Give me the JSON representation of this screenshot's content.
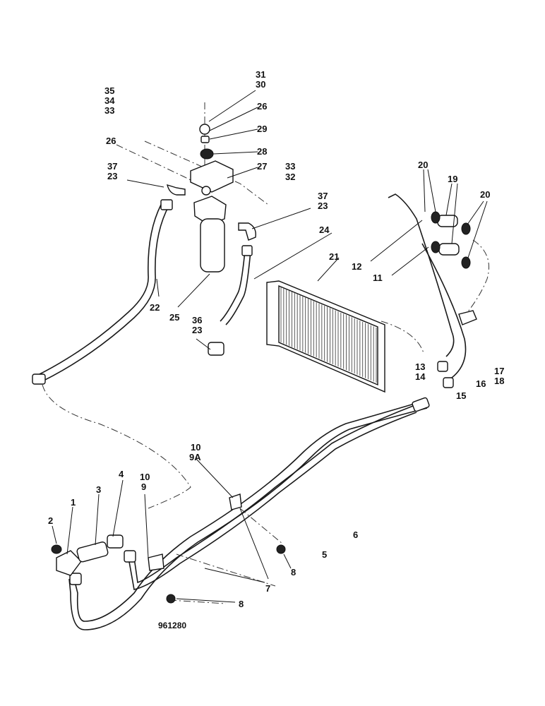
{
  "diagram": {
    "figure_number": "961280",
    "callouts": [
      {
        "id": "c31",
        "text": "31"
      },
      {
        "id": "c30",
        "text": "30"
      },
      {
        "id": "c35",
        "text": "35"
      },
      {
        "id": "c34",
        "text": "34"
      },
      {
        "id": "c33a",
        "text": "33"
      },
      {
        "id": "c26a",
        "text": "26"
      },
      {
        "id": "c29",
        "text": "29"
      },
      {
        "id": "c26b",
        "text": "26"
      },
      {
        "id": "c28",
        "text": "28"
      },
      {
        "id": "c37a",
        "text": "37"
      },
      {
        "id": "c23a",
        "text": "23"
      },
      {
        "id": "c27",
        "text": "27"
      },
      {
        "id": "c33b",
        "text": "33"
      },
      {
        "id": "c32",
        "text": "32"
      },
      {
        "id": "c20a",
        "text": "20"
      },
      {
        "id": "c19",
        "text": "19"
      },
      {
        "id": "c20b",
        "text": "20"
      },
      {
        "id": "c37b",
        "text": "37"
      },
      {
        "id": "c23b",
        "text": "23"
      },
      {
        "id": "c24",
        "text": "24"
      },
      {
        "id": "c21",
        "text": "21"
      },
      {
        "id": "c12",
        "text": "12"
      },
      {
        "id": "c11",
        "text": "11"
      },
      {
        "id": "c22",
        "text": "22"
      },
      {
        "id": "c25",
        "text": "25"
      },
      {
        "id": "c36",
        "text": "36"
      },
      {
        "id": "c23c",
        "text": "23"
      },
      {
        "id": "c13",
        "text": "13"
      },
      {
        "id": "c14",
        "text": "14"
      },
      {
        "id": "c17",
        "text": "17"
      },
      {
        "id": "c18",
        "text": "18"
      },
      {
        "id": "c16",
        "text": "16"
      },
      {
        "id": "c15",
        "text": "15"
      },
      {
        "id": "c10a",
        "text": "10"
      },
      {
        "id": "c9a",
        "text": "9A"
      },
      {
        "id": "c10b",
        "text": "10"
      },
      {
        "id": "c9",
        "text": "9"
      },
      {
        "id": "c4",
        "text": "4"
      },
      {
        "id": "c3",
        "text": "3"
      },
      {
        "id": "c1",
        "text": "1"
      },
      {
        "id": "c2",
        "text": "2"
      },
      {
        "id": "c6",
        "text": "6"
      },
      {
        "id": "c5",
        "text": "5"
      },
      {
        "id": "c8a",
        "text": "8"
      },
      {
        "id": "c7",
        "text": "7"
      },
      {
        "id": "c8b",
        "text": "8"
      }
    ]
  }
}
